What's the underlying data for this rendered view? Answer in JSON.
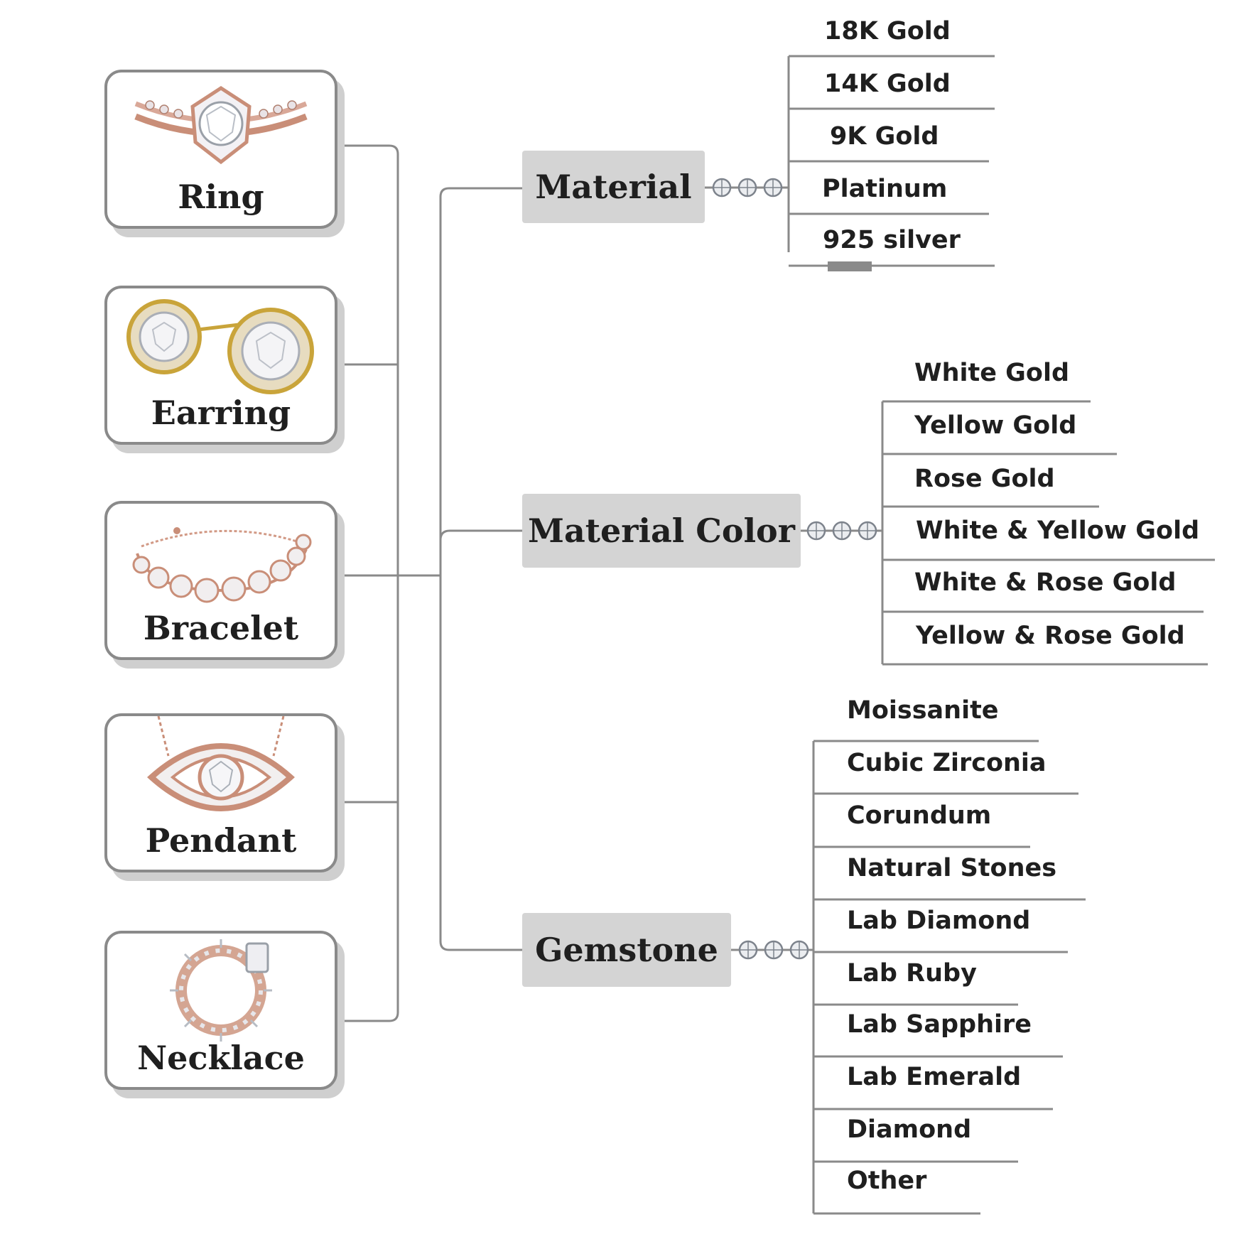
{
  "jewelry_types": [
    {
      "label": "Ring",
      "icon": "ring-icon"
    },
    {
      "label": "Earring",
      "icon": "earring-icon"
    },
    {
      "label": "Bracelet",
      "icon": "bracelet-icon"
    },
    {
      "label": "Pendant",
      "icon": "pendant-icon"
    },
    {
      "label": "Necklace",
      "icon": "necklace-icon"
    }
  ],
  "categories": [
    {
      "label": "Material",
      "options": [
        "18K Gold",
        "14K Gold",
        "9K Gold",
        "Platinum",
        "925 silver"
      ]
    },
    {
      "label": "Material Color",
      "options": [
        "White Gold",
        "Yellow Gold",
        "Rose Gold",
        "White & Yellow Gold",
        "White & Rose Gold",
        "Yellow & Rose Gold"
      ]
    },
    {
      "label": "Gemstone",
      "options": [
        "Moissanite",
        "Cubic Zirconia",
        "Corundum",
        "Natural Stones",
        "Lab Diamond",
        "Lab Ruby",
        "Lab Sapphire",
        "Lab Emerald",
        "Diamond",
        "Other"
      ]
    }
  ],
  "colors": {
    "line": "#8a8a8a",
    "category_fill": "#d4d4d4",
    "text": "#1f1f1f",
    "rose_gold": "#c98e78",
    "yellow_gold": "#c9a43a"
  }
}
